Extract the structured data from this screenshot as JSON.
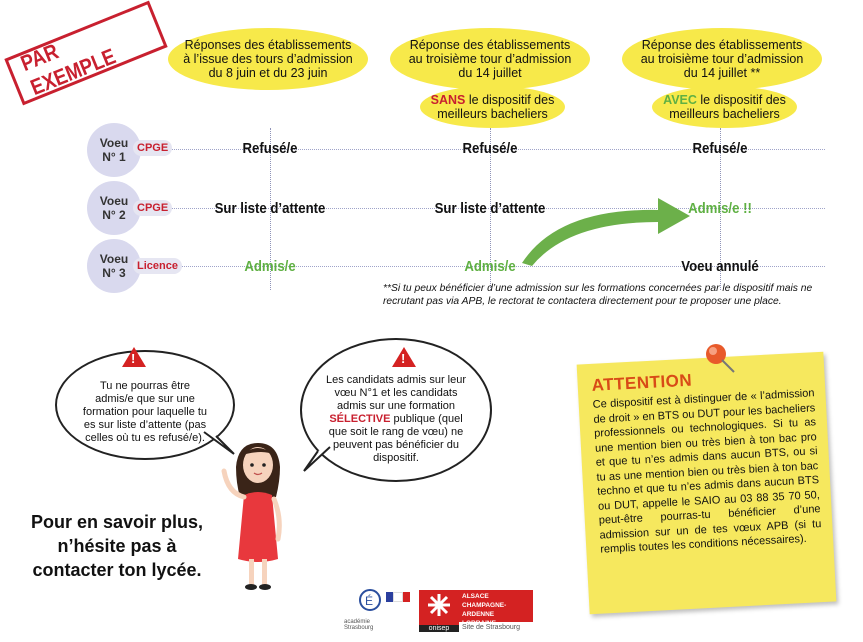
{
  "stamp": "PAR EXEMPLE",
  "columns": [
    {
      "header": "Réponses des établissements à l’issue des tours d’admission du 8 juin et du 23 juin"
    },
    {
      "header": "Réponse des établissements au troisième tour d’admission du 14 juillet",
      "sub_strong": "SANS",
      "sub_rest": "le dispositif des meilleurs bacheliers"
    },
    {
      "header": "Réponse des établissements au troisième tour d’admission du 14 juillet **",
      "sub_strong": "AVEC",
      "sub_rest": "le dispositif des meilleurs bacheliers"
    }
  ],
  "rows": [
    {
      "voeu": "Voeu",
      "num": "N° 1",
      "tag": "CPGE",
      "cells": [
        "Refusé/e",
        "Refusé/e",
        "Refusé/e"
      ]
    },
    {
      "voeu": "Voeu",
      "num": "N° 2",
      "tag": "CPGE",
      "cells": [
        "Sur liste d’attente",
        "Sur liste d’attente",
        "Admis/e !!"
      ]
    },
    {
      "voeu": "Voeu",
      "num": "N° 3",
      "tag": "Licence",
      "cells": [
        "Admis/e",
        "Admis/e",
        "Voeu annulé"
      ]
    }
  ],
  "footnote": "**Si tu peux bénéficier d’une admission sur les formations concernées par le dispositif mais ne recrutant pas via APB, le rectorat te contactera directement pour te proposer une place.",
  "speech_left": "Tu ne pourras être admis/e que sur une formation pour laquelle tu es sur liste d’attente (pas celles où tu es refusé/e).",
  "speech_right_a": "Les candidats admis sur leur vœu N°1 et les candidats admis sur une formation",
  "speech_right_strong": "SÉLECTIVE",
  "speech_right_b": "publique (quel que soit le rang de vœu) ne peuvent pas bénéficier du dispositif.",
  "attention_title": "ATTENTION",
  "attention_body": "Ce dispositif est à distinguer de « l’admission de droit » en BTS ou DUT pour les bacheliers professionnels ou technologiques. Si tu as une mention bien ou très bien à ton bac pro et que tu n’es admis dans aucun BTS, ou si tu as une mention bien ou très bien à ton bac techno et que tu n’es admis dans aucun BTS ou DUT, appelle le SAIO au 03 88 35 70 50, peut-être pourras-tu bénéficier d’une admission sur un de tes vœux APB (si tu remplis toutes les conditions nécessaires).",
  "savoir": "Pour en savoir plus, n’hésite pas à contacter ton lycée.",
  "logos": {
    "onisep_line1": "ALSACE",
    "onisep_line2": "CHAMPAGNE-ARDENNE",
    "onisep_line3": "LORRAINE",
    "onisep_name": "onisep",
    "onisep_site": "Site de Strasbourg",
    "academie": "académie Strasbourg"
  },
  "colors": {
    "yellow": "#f7e94a",
    "red": "#c8202f",
    "green": "#5fb043",
    "lavender": "#d9d9ee"
  }
}
